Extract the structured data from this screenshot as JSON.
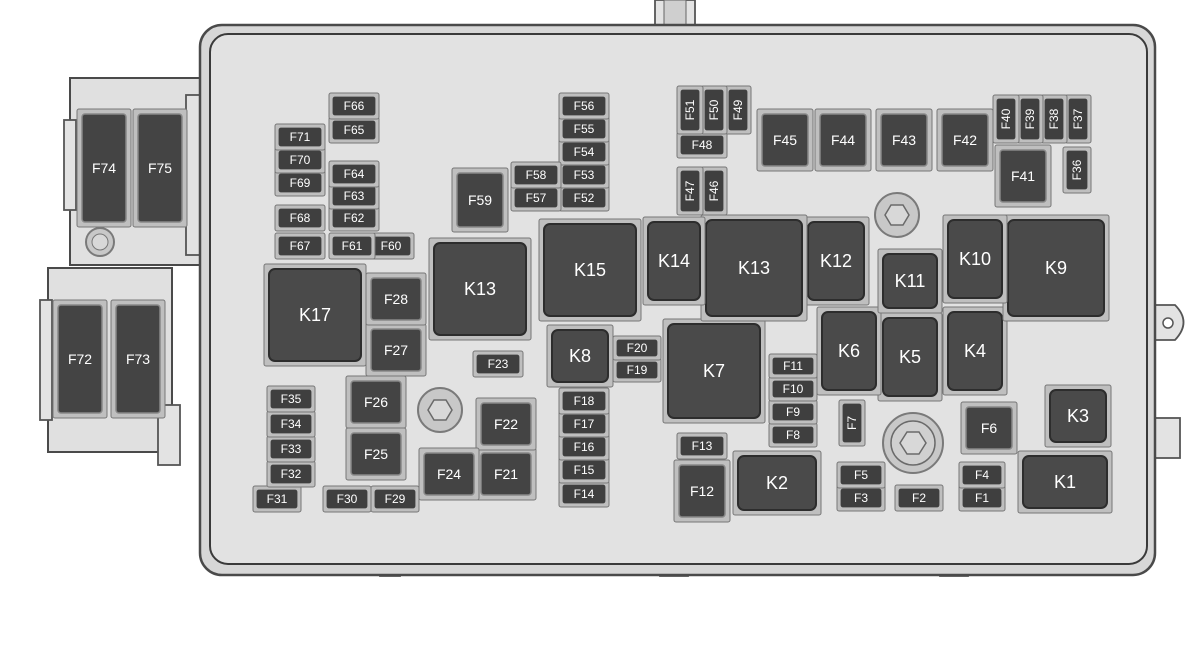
{
  "fuses": [
    {
      "label": "F1"
    },
    {
      "label": "F2"
    },
    {
      "label": "F3"
    },
    {
      "label": "F4"
    },
    {
      "label": "F5"
    },
    {
      "label": "F6"
    },
    {
      "label": "F7"
    },
    {
      "label": "F8"
    },
    {
      "label": "F9"
    },
    {
      "label": "F10"
    },
    {
      "label": "F11"
    },
    {
      "label": "F12"
    },
    {
      "label": "F13"
    },
    {
      "label": "F14"
    },
    {
      "label": "F15"
    },
    {
      "label": "F16"
    },
    {
      "label": "F17"
    },
    {
      "label": "F18"
    },
    {
      "label": "F19"
    },
    {
      "label": "F20"
    },
    {
      "label": "F21"
    },
    {
      "label": "F22"
    },
    {
      "label": "F23"
    },
    {
      "label": "F24"
    },
    {
      "label": "F25"
    },
    {
      "label": "F26"
    },
    {
      "label": "F27"
    },
    {
      "label": "F28"
    },
    {
      "label": "F29"
    },
    {
      "label": "F30"
    },
    {
      "label": "F31"
    },
    {
      "label": "F32"
    },
    {
      "label": "F33"
    },
    {
      "label": "F34"
    },
    {
      "label": "F35"
    },
    {
      "label": "F36"
    },
    {
      "label": "F37"
    },
    {
      "label": "F38"
    },
    {
      "label": "F39"
    },
    {
      "label": "F40"
    },
    {
      "label": "F41"
    },
    {
      "label": "F42"
    },
    {
      "label": "F43"
    },
    {
      "label": "F44"
    },
    {
      "label": "F45"
    },
    {
      "label": "F46"
    },
    {
      "label": "F47"
    },
    {
      "label": "F48"
    },
    {
      "label": "F49"
    },
    {
      "label": "F50"
    },
    {
      "label": "F51"
    },
    {
      "label": "F52"
    },
    {
      "label": "F53"
    },
    {
      "label": "F54"
    },
    {
      "label": "F55"
    },
    {
      "label": "F56"
    },
    {
      "label": "F57"
    },
    {
      "label": "F58"
    },
    {
      "label": "F59"
    },
    {
      "label": "F60"
    },
    {
      "label": "F61"
    },
    {
      "label": "F62"
    },
    {
      "label": "F63"
    },
    {
      "label": "F64"
    },
    {
      "label": "F65"
    },
    {
      "label": "F66"
    },
    {
      "label": "F67"
    },
    {
      "label": "F68"
    },
    {
      "label": "F69"
    },
    {
      "label": "F70"
    },
    {
      "label": "F71"
    },
    {
      "label": "F72"
    },
    {
      "label": "F73"
    },
    {
      "label": "F74"
    },
    {
      "label": "F75"
    }
  ],
  "relays": [
    {
      "label": "K1"
    },
    {
      "label": "K2"
    },
    {
      "label": "K3"
    },
    {
      "label": "K4"
    },
    {
      "label": "K5"
    },
    {
      "label": "K6"
    },
    {
      "label": "K7"
    },
    {
      "label": "K8"
    },
    {
      "label": "K9"
    },
    {
      "label": "K10"
    },
    {
      "label": "K11"
    },
    {
      "label": "K12"
    },
    {
      "label": "K13"
    },
    {
      "label": "K13"
    },
    {
      "label": "K14"
    },
    {
      "label": "K15"
    },
    {
      "label": "K17"
    }
  ],
  "colors": {
    "housing": "#d7d7d7",
    "component": "#444444",
    "component_label": "#ffffff"
  }
}
